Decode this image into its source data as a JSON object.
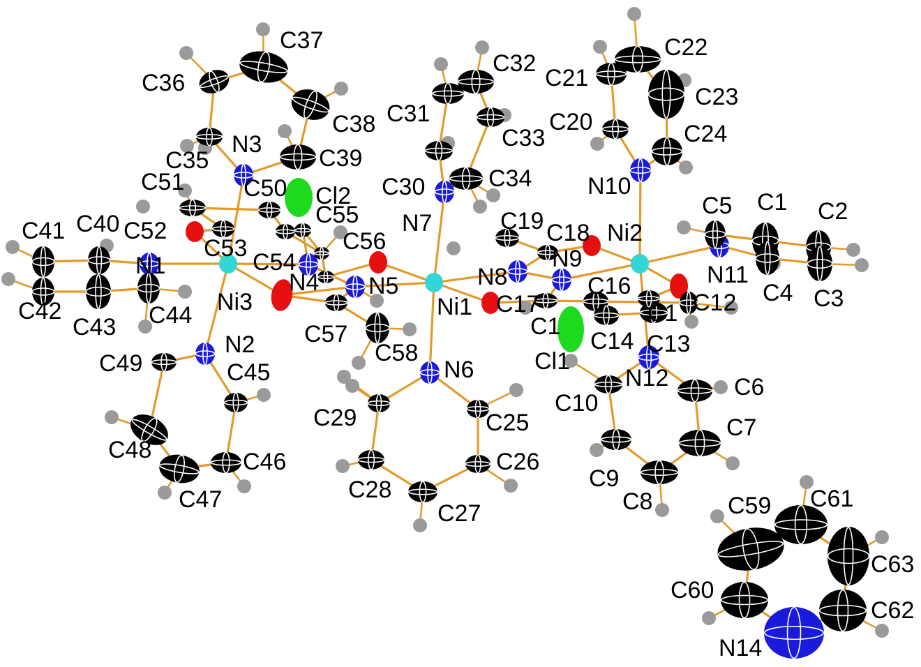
{
  "colors": {
    "C": "#000000",
    "N": "#1a1adb",
    "O": "#e61010",
    "Ni": "#33d6d6",
    "Cl": "#1ed91e",
    "H": "#9a9a9a",
    "bond": "#e39a2a"
  },
  "labels": {
    "N1": "N1",
    "N2": "N2",
    "N3": "N3",
    "N4": "N4",
    "N5": "N5",
    "N6": "N6",
    "N7": "N7",
    "N8": "N8",
    "N9": "N9",
    "N10": "N10",
    "N11": "N11",
    "N12": "N12",
    "N14": "N14",
    "Ni1": "Ni1",
    "Ni2": "Ni2",
    "Ni3": "Ni3",
    "Cl1": "Cl1",
    "Cl2": "Cl2",
    "C1": "C1",
    "C2": "C2",
    "C3": "C3",
    "C4": "C4",
    "C5": "C5",
    "C6": "C6",
    "C7": "C7",
    "C8": "C8",
    "C9": "C9",
    "C10": "C10",
    "C12": "C12",
    "C13": "C13",
    "C14": "C14",
    "C16": "C16",
    "C17": "C17",
    "C18": "C18",
    "C19": "C19",
    "C20": "C20",
    "C21": "C21",
    "C22": "C22",
    "C23": "C23",
    "C24": "C24",
    "C25": "C25",
    "C26": "C26",
    "C27": "C27",
    "C28": "C28",
    "C29": "C29",
    "C30": "C30",
    "C31": "C31",
    "C32": "C32",
    "C33": "C33",
    "C34": "C34",
    "C35": "C35",
    "C36": "C36",
    "C37": "C37",
    "C38": "C38",
    "C39": "C39",
    "C40": "C40",
    "C41": "C41",
    "C42": "C42",
    "C43": "C43",
    "C44": "C44",
    "C45": "C45",
    "C46": "C46",
    "C47": "C47",
    "C48": "C48",
    "C49": "C49",
    "C50": "C50",
    "C51": "C51",
    "C52": "C52",
    "C53": "C53",
    "C54": "C54",
    "C55": "C55",
    "C56": "C56",
    "C57": "C57",
    "C58": "C58",
    "C59": "C59",
    "C60": "C60",
    "C61": "C61",
    "C62": "C62",
    "C63": "C63",
    "C1x": "C1",
    "C15x": "C1"
  }
}
